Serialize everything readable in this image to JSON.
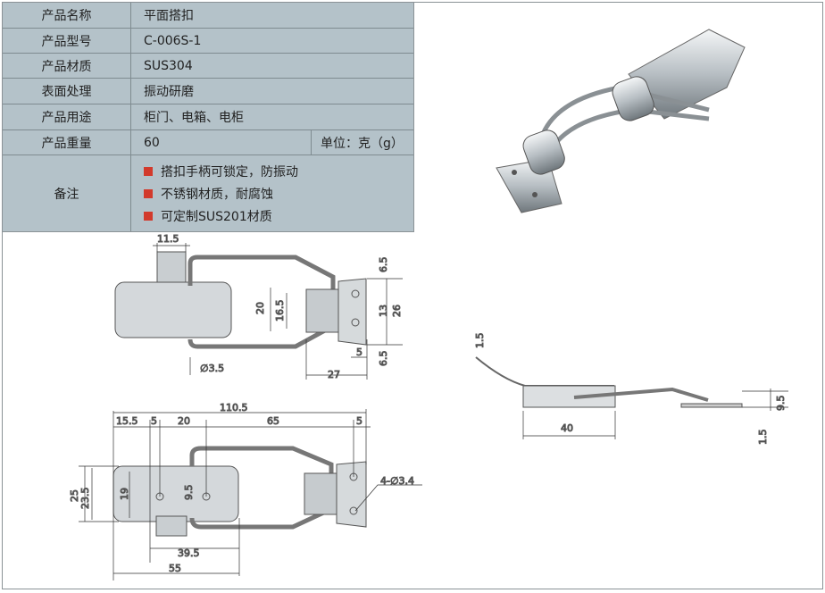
{
  "spec": {
    "rows": [
      {
        "label": "产品名称",
        "value": "平面搭扣"
      },
      {
        "label": "产品型号",
        "value": "C-006S-1"
      },
      {
        "label": "产品材质",
        "value": "SUS304"
      },
      {
        "label": "表面处理",
        "value": "振动研磨"
      },
      {
        "label": "产品用途",
        "value": "柜门、电箱、电柜"
      },
      {
        "label": "产品重量",
        "value": "60",
        "unit": "单位：克（g）"
      }
    ],
    "notes_label": "备注",
    "notes": [
      "搭扣手柄可锁定，防振动",
      "不锈钢材质，耐腐蚀",
      "可定制SUS201材质"
    ],
    "bullet_color": "#d23a2c"
  },
  "top_view": {
    "dims": [
      "11.5",
      "20",
      "16.5",
      "6.5",
      "13",
      "26",
      "6.5",
      "5",
      "∅3.5",
      "27"
    ]
  },
  "bottom_view": {
    "dims": [
      "110.5",
      "15.5",
      "5",
      "20",
      "65",
      "5",
      "25",
      "23.5",
      "19",
      "9.5",
      "4-∅3.4",
      "39.5",
      "55"
    ]
  },
  "side_view": {
    "dims": [
      "1.5",
      "40",
      "9.5",
      "1.5"
    ]
  }
}
